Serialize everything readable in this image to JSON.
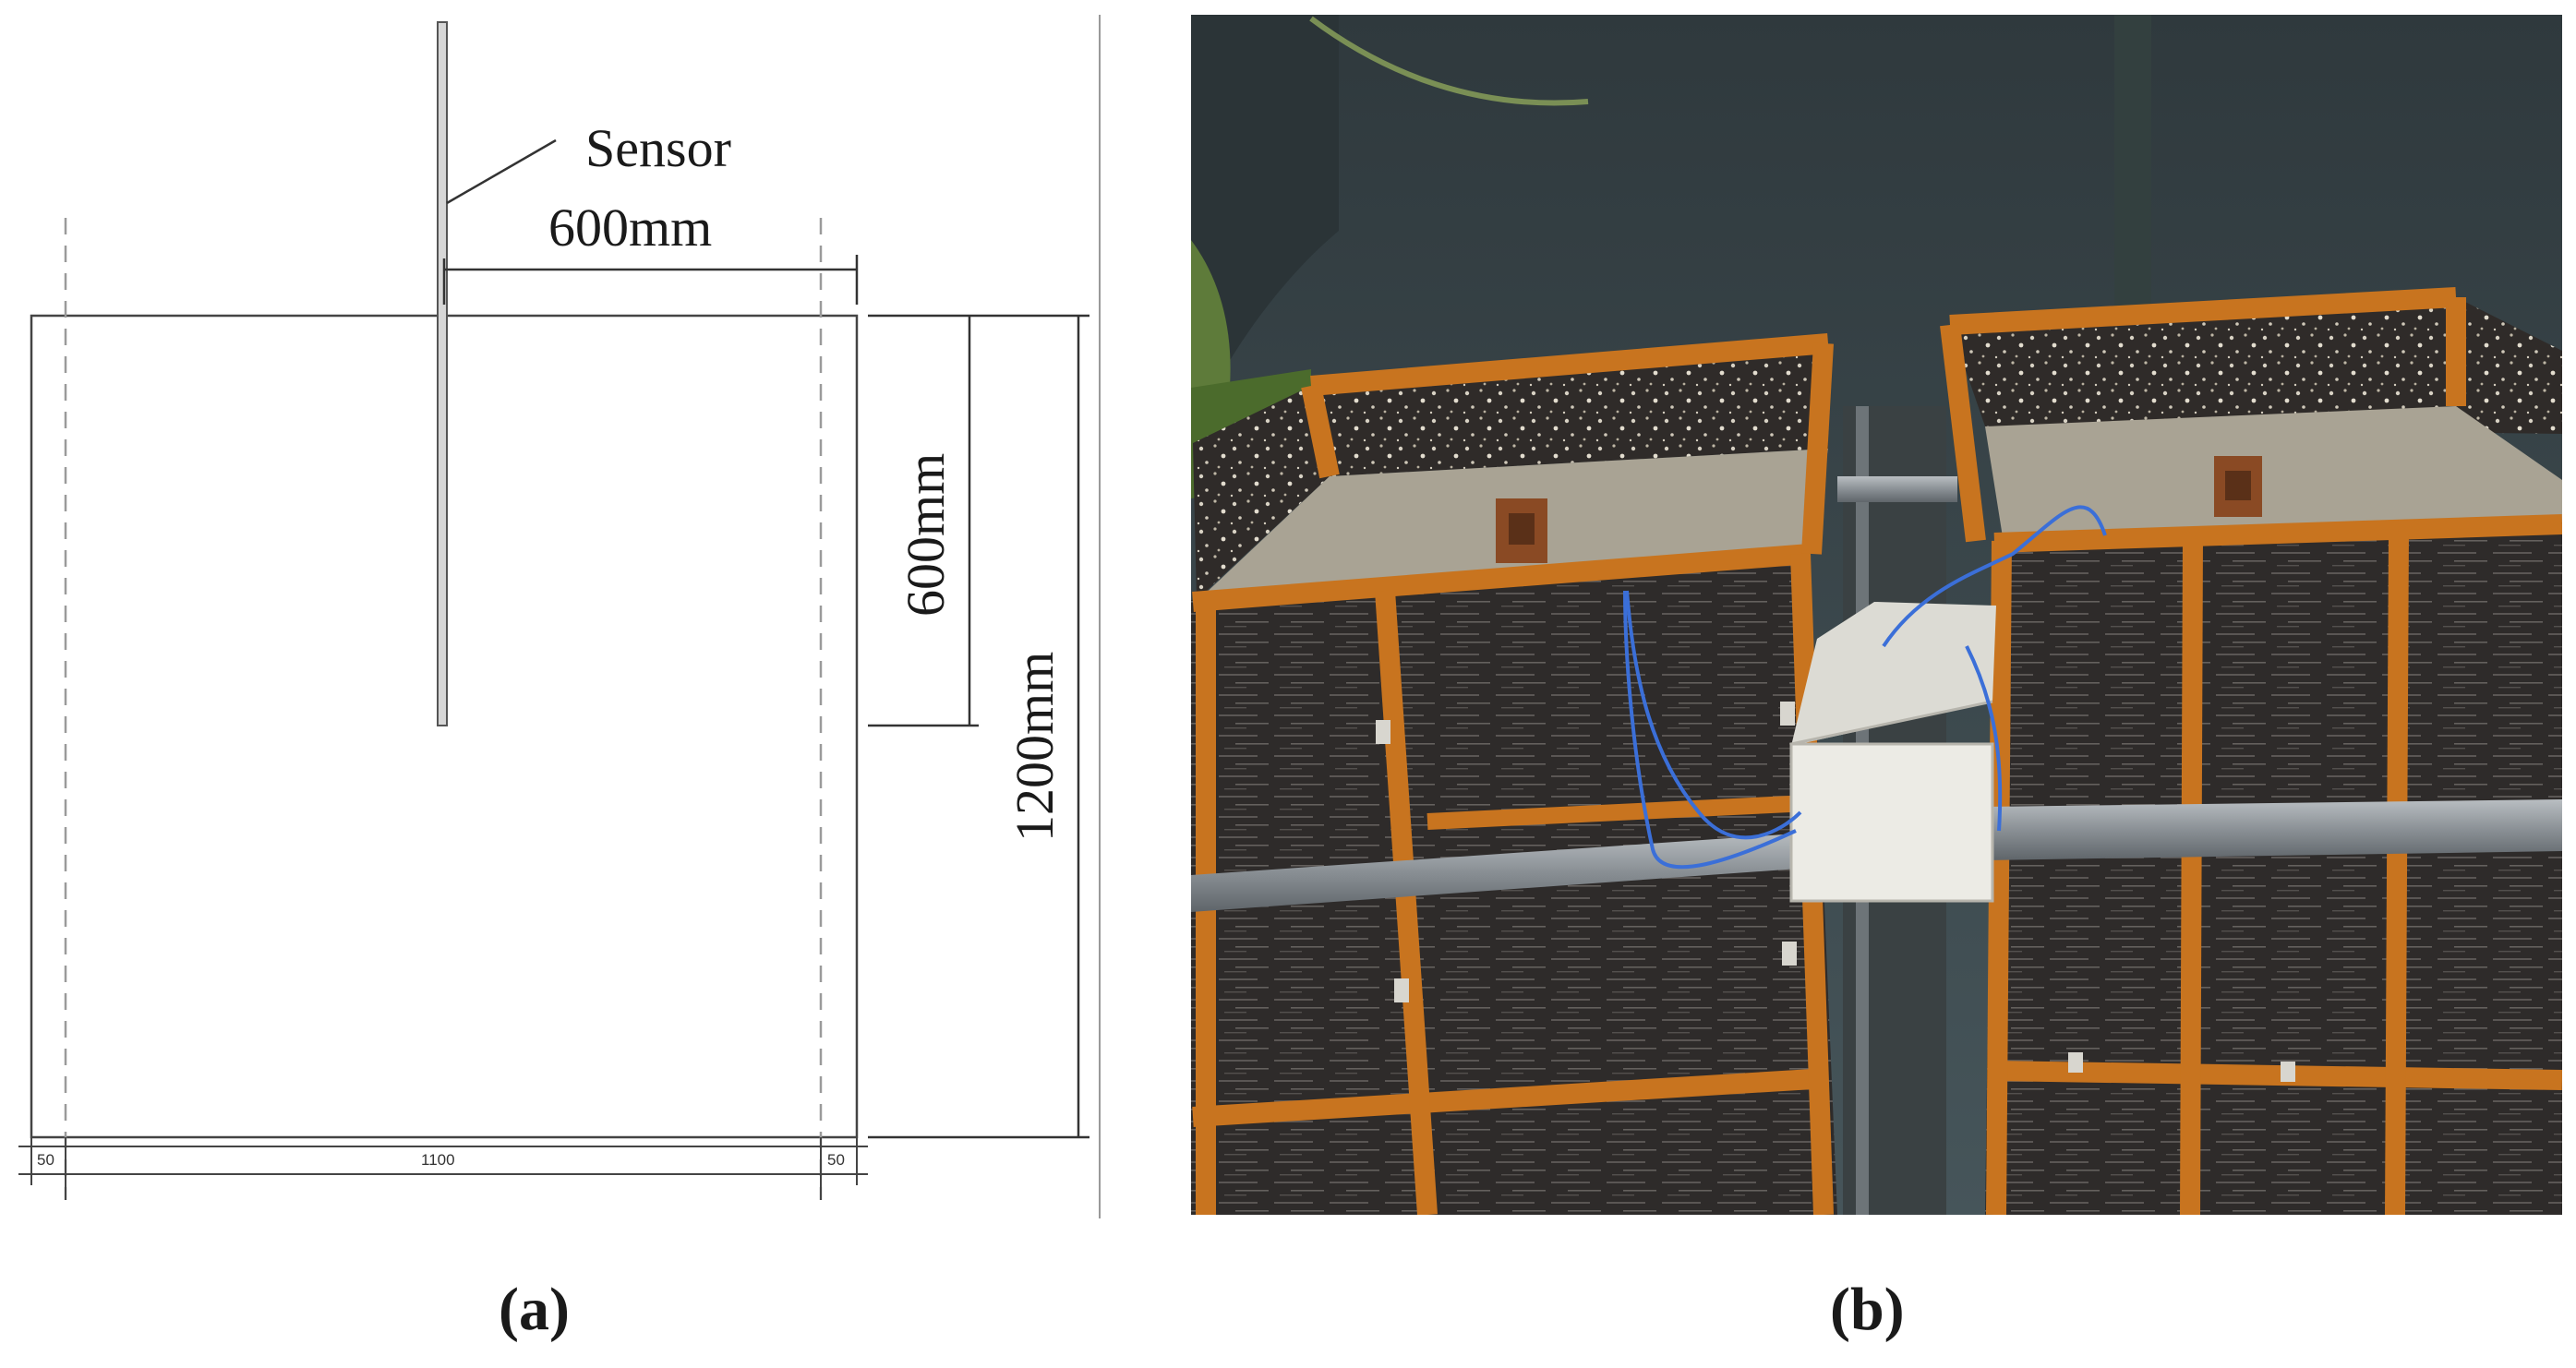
{
  "panel_a": {
    "sensor_label": "Sensor",
    "horizontal_dim": "600mm",
    "vertical_dim_short": "600mm",
    "vertical_dim_long": "1200mm",
    "bottom_dim_left": "50",
    "bottom_dim_middle": "1100",
    "bottom_dim_right": "50",
    "caption": "(a)"
  },
  "panel_b": {
    "caption": "(b)"
  },
  "colors": {
    "line": "#444444",
    "dashed": "#9a9a9a",
    "formwork_orange": "#c8741f",
    "board_dark": "#2d2a28",
    "concrete": "#a8a294",
    "pipe": "#8c9196",
    "tank": "#3c4548",
    "box": "#e9e8e2",
    "cable": "#3b6fd8"
  }
}
